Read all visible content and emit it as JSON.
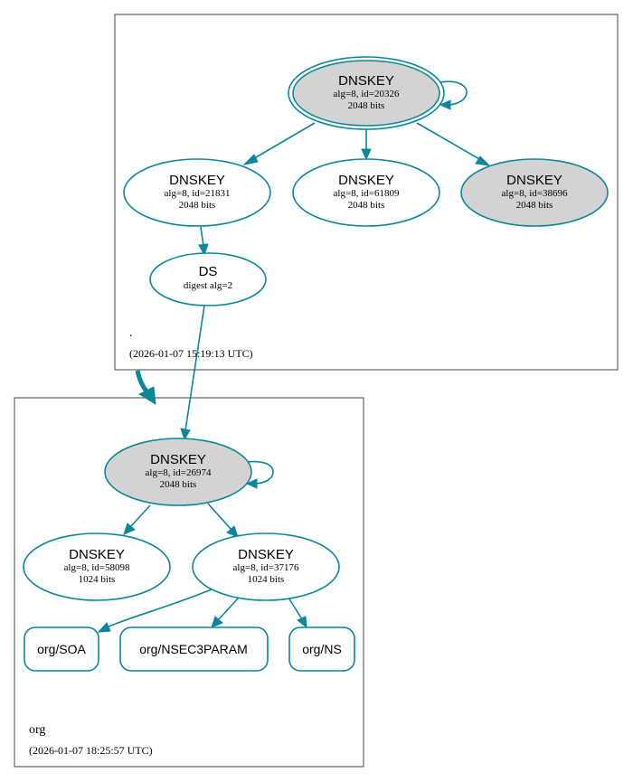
{
  "zones": {
    "root": {
      "name": ".",
      "timestamp": "(2026-01-07 15:19:13 UTC)",
      "ksk": {
        "title": "DNSKEY",
        "detail": "alg=8, id=20326",
        "size": "2048 bits"
      },
      "zsk1": {
        "title": "DNSKEY",
        "detail": "alg=8, id=21831",
        "size": "2048 bits"
      },
      "zsk2": {
        "title": "DNSKEY",
        "detail": "alg=8, id=61809",
        "size": "2048 bits"
      },
      "zsk3": {
        "title": "DNSKEY",
        "detail": "alg=8, id=38696",
        "size": "2048 bits"
      },
      "ds": {
        "title": "DS",
        "detail": "digest alg=2"
      }
    },
    "org": {
      "name": "org",
      "timestamp": "(2026-01-07 18:25:57 UTC)",
      "ksk": {
        "title": "DNSKEY",
        "detail": "alg=8, id=26974",
        "size": "2048 bits"
      },
      "zsk1": {
        "title": "DNSKEY",
        "detail": "alg=8, id=58098",
        "size": "1024 bits"
      },
      "zsk2": {
        "title": "DNSKEY",
        "detail": "alg=8, id=37176",
        "size": "1024 bits"
      },
      "records": {
        "soa": "org/SOA",
        "nsec3param": "org/NSEC3PARAM",
        "ns": "org/NS"
      }
    }
  },
  "colors": {
    "edge": "#0a879a",
    "sep_fill": "#d3d3d3",
    "node_fill": "#ffffff",
    "border": "#444444"
  }
}
